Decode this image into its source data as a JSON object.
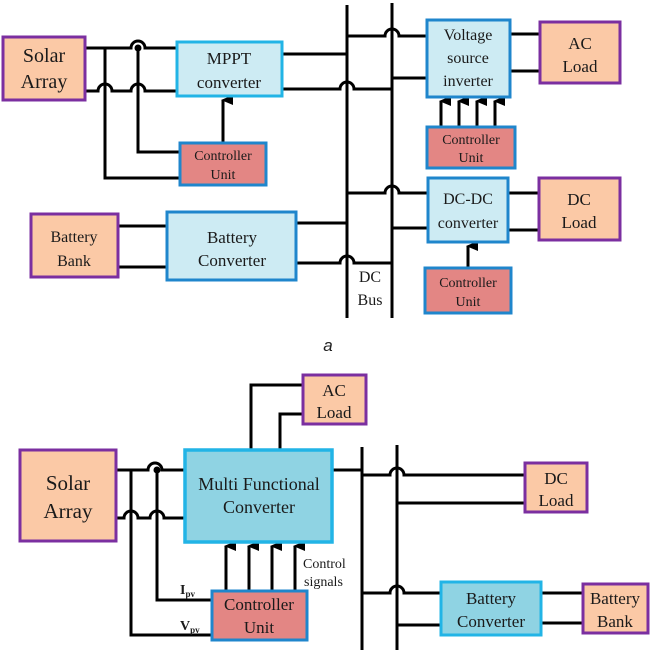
{
  "colors": {
    "source_fill": "#fbc9a6",
    "source_border": "#7b2fa0",
    "converter_fill": "#cdebf3",
    "converter_border": "#22b4e6",
    "converter_border_dark": "#1f86cc",
    "mfc_fill": "#8fd3e3",
    "controller_fill": "#e38684",
    "controller_border": "#1f86cc",
    "wire": "#000000"
  },
  "figure_a": {
    "caption": "a",
    "solar_array": [
      "Solar",
      "Array"
    ],
    "mppt_converter": [
      "MPPT",
      "converter"
    ],
    "controller_mppt": [
      "Controller",
      "Unit"
    ],
    "battery_bank": [
      "Battery",
      "Bank"
    ],
    "battery_converter": [
      "Battery",
      "Converter"
    ],
    "dc_bus_label": [
      "DC",
      "Bus"
    ],
    "voltage_source_inverter": [
      "Voltage",
      "source",
      "inverter"
    ],
    "ac_load": [
      "AC",
      "Load"
    ],
    "controller_vsi": [
      "Controller",
      "Unit"
    ],
    "dcdc_converter": [
      "DC-DC",
      "converter"
    ],
    "dc_load": [
      "DC",
      "Load"
    ],
    "controller_dcdc": [
      "Controller",
      "Unit"
    ]
  },
  "figure_b": {
    "ac_load": [
      "AC",
      "Load"
    ],
    "solar_array": [
      "Solar",
      "Array"
    ],
    "multi_functional_converter": [
      "Multi Functional",
      "Converter"
    ],
    "control_signals": [
      "Control",
      "signals"
    ],
    "ipv_label": {
      "main": "I",
      "sub": "pv"
    },
    "vpv_label": {
      "main": "V",
      "sub": "pv"
    },
    "controller": [
      "Controller",
      "Unit"
    ],
    "dc_load": [
      "DC",
      "Load"
    ],
    "battery_converter": [
      "Battery",
      "Converter"
    ],
    "battery_bank": [
      "Battery",
      "Bank"
    ]
  }
}
